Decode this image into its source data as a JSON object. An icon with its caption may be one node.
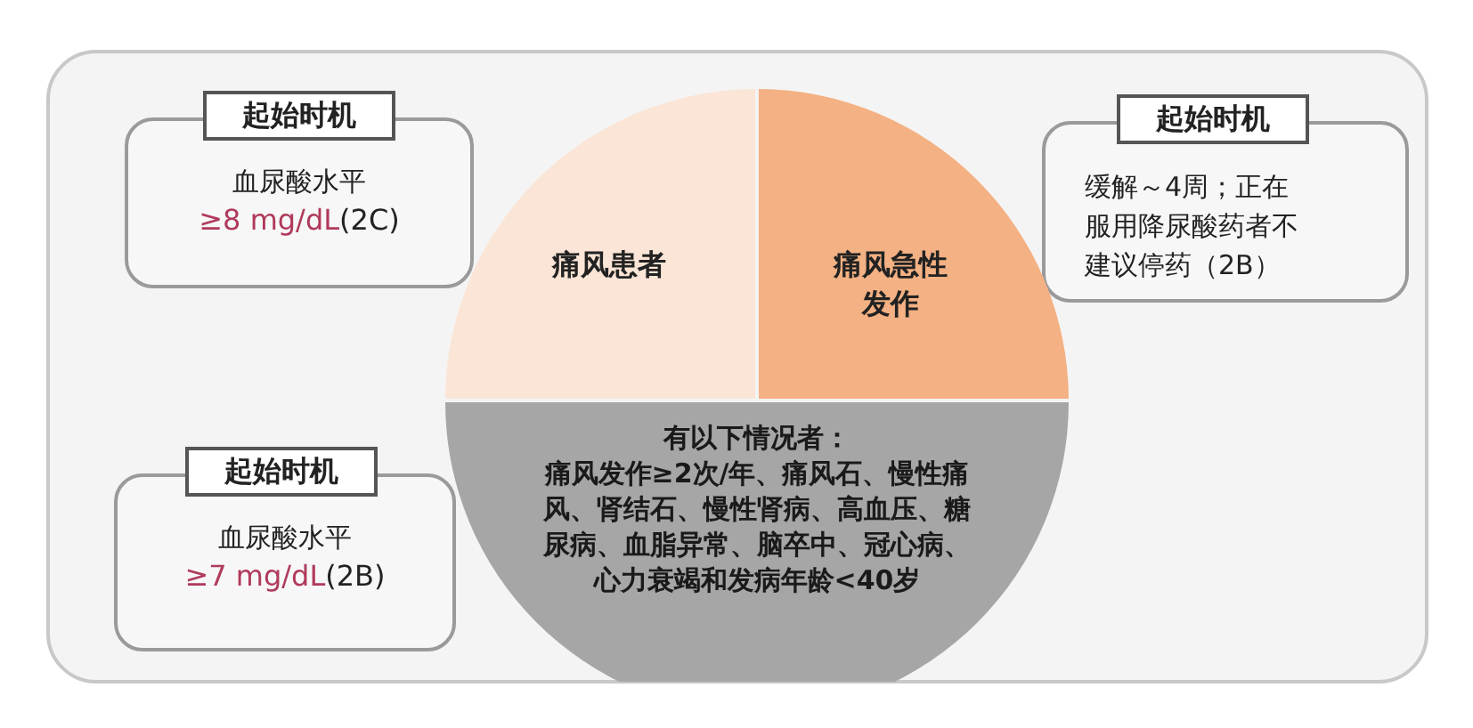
{
  "diagram": {
    "nodes": [
      {
        "text": [
          "血尿酸水平",
          "≥8 mg/dL",
          "(2C)"
        ]
      },
      {
        "text": [
          "起始时机"
        ]
      },
      {
        "text": [
          "缓解～4周；正在服用降尿酸药者不建议停药（2B）"
        ]
      },
      {
        "text": [
          "起始时机"
        ]
      },
      {
        "text": [
          "血尿酸水平",
          "≥7 mg/dL",
          "(2B)"
        ]
      },
      {
        "text": [
          "起始时机"
        ]
      },
      {
        "text": [
          "痛风患者"
        ]
      },
      {
        "text": [
          "痛风急性发作"
        ]
      },
      {
        "text": [
          "有以下情况者：",
          "痛风发作≥2次/年、痛风石、慢性痛风、肾结石、慢性肾病、高血压、糖尿病、血脂异常、脑卒中、冠心病、心力衰竭和发病年龄<40岁"
        ]
      }
    ]
  }
}
